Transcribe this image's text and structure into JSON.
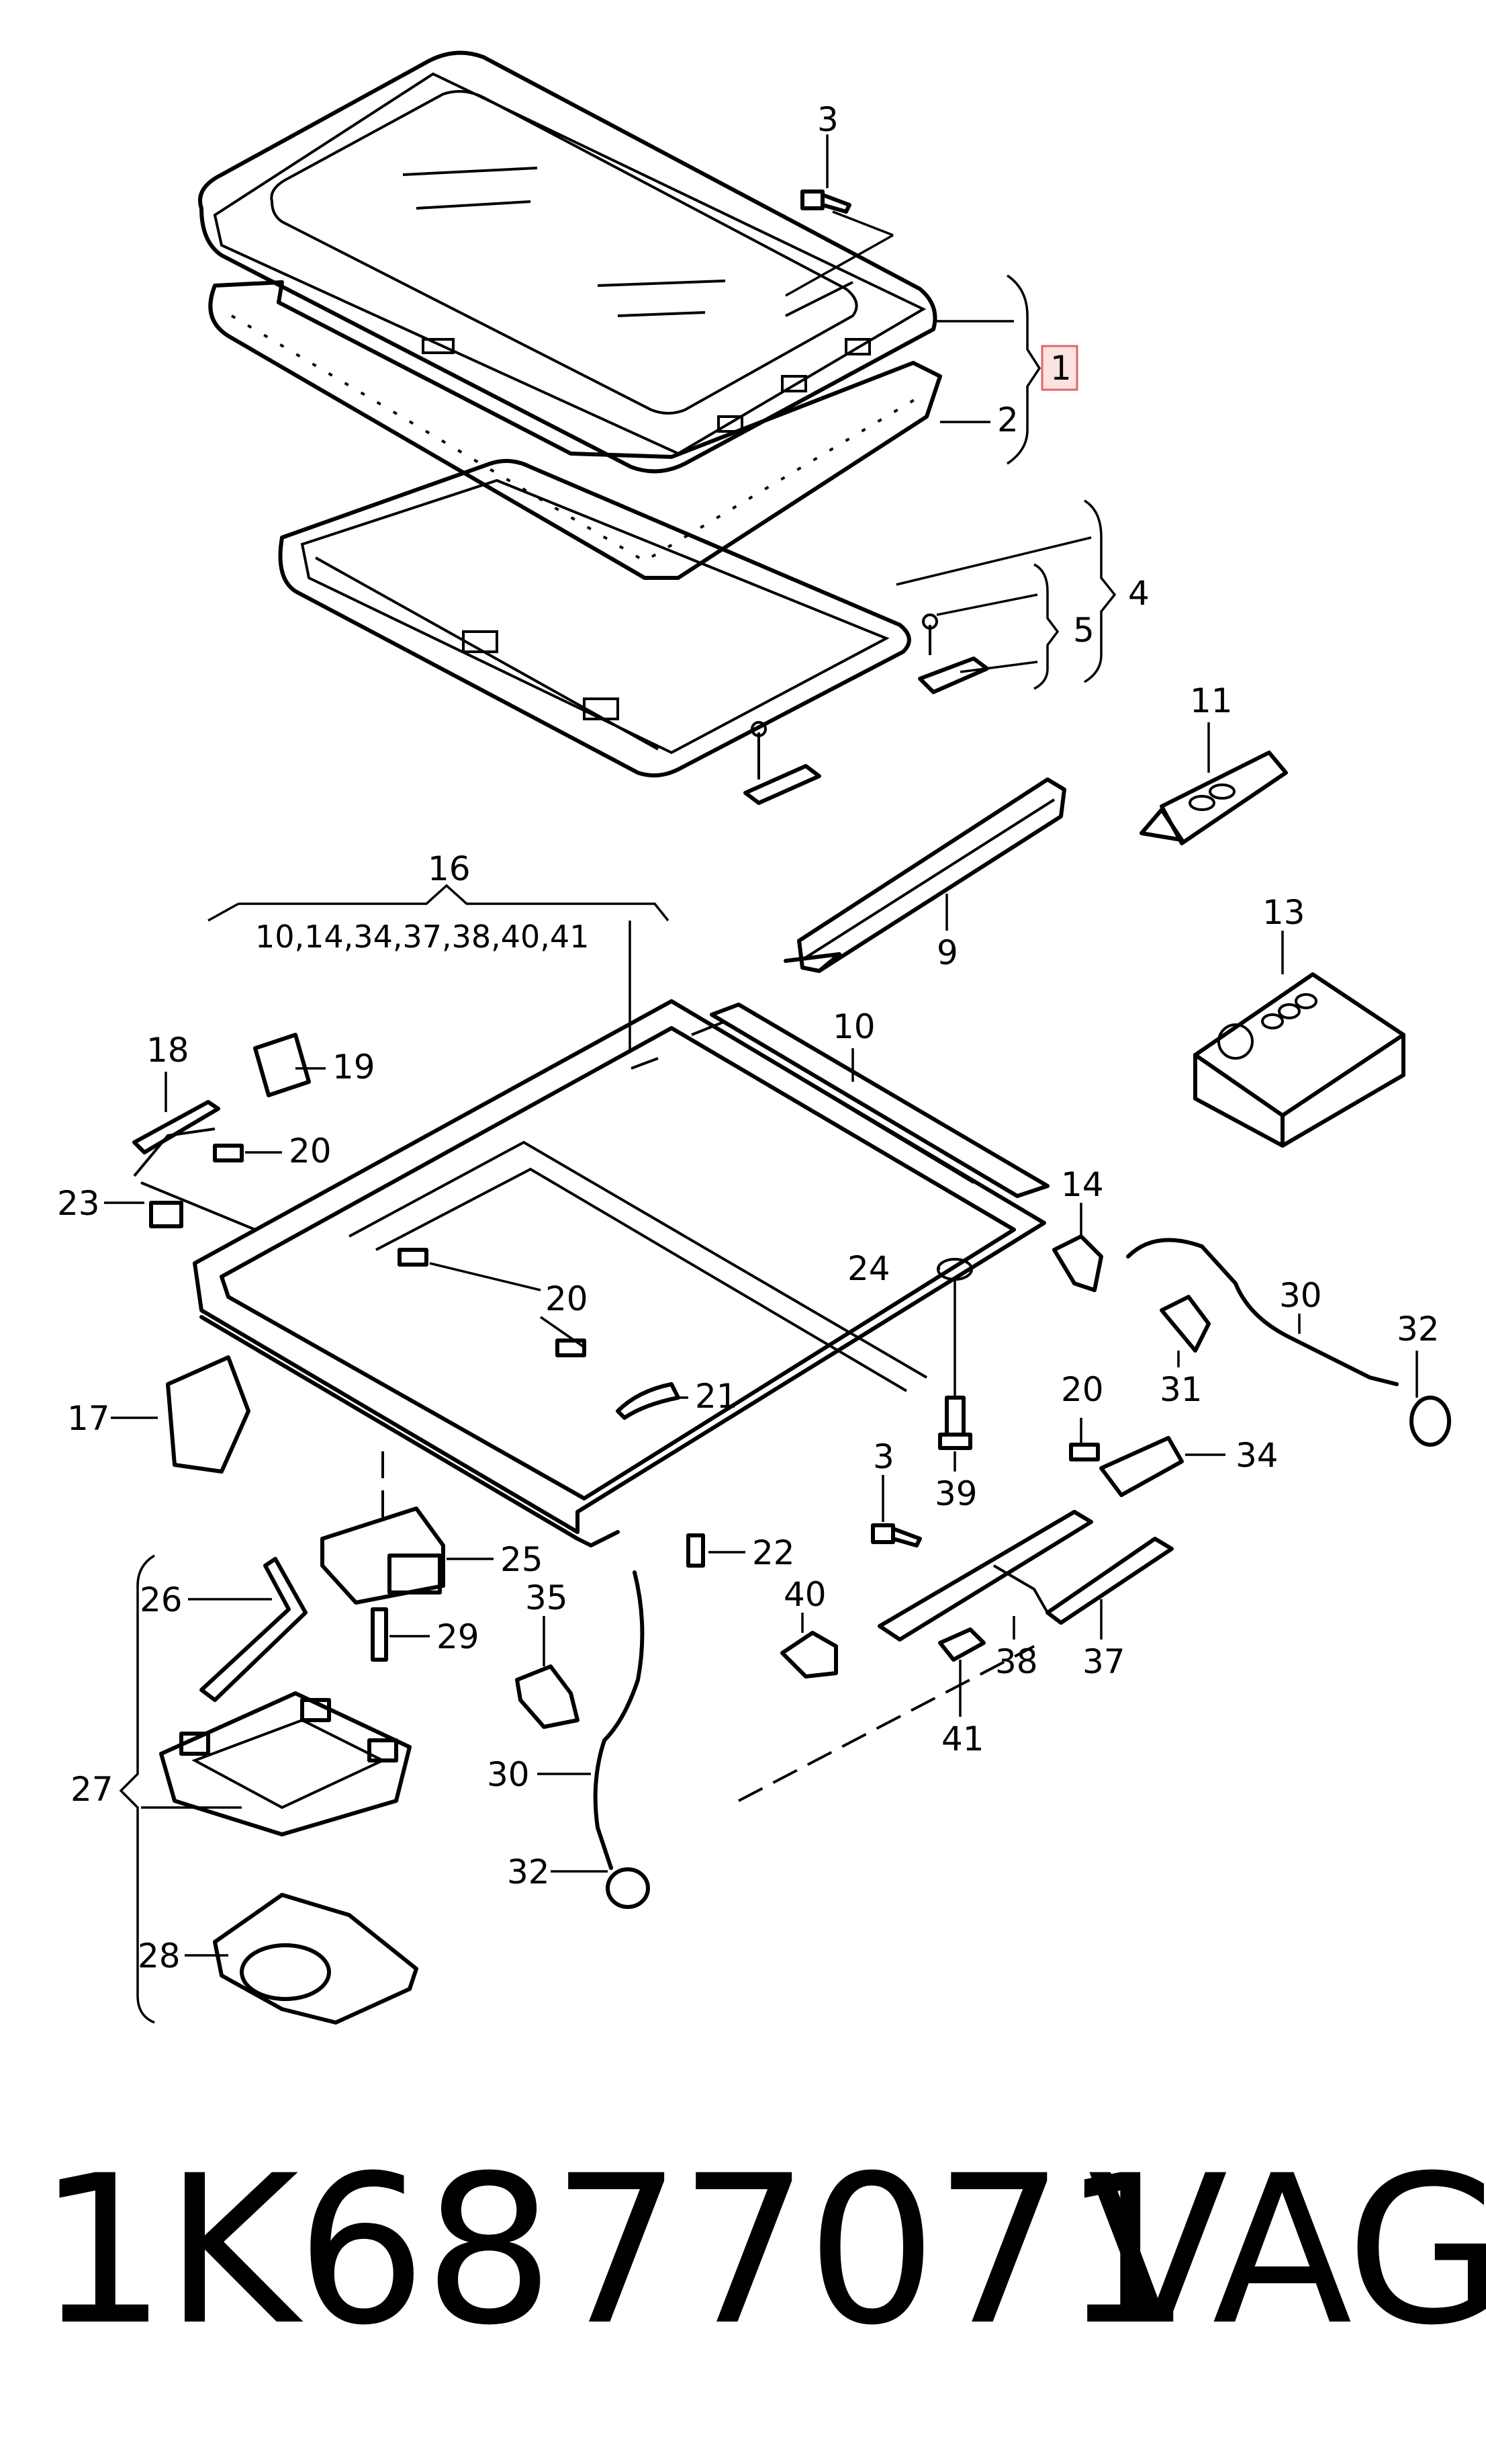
{
  "diagram": {
    "callouts": {
      "c1": "1",
      "c2": "2",
      "c3a": "3",
      "c3b": "3",
      "c4": "4",
      "c5": "5",
      "c9": "9",
      "c10": "10",
      "c11": "11",
      "c13": "13",
      "c14": "14",
      "c16": "16",
      "c16_list": "10,14,34,37,38,40,41",
      "c17": "17",
      "c18": "18",
      "c19": "19",
      "c20a": "20",
      "c20b": "20",
      "c20c": "20",
      "c21": "21",
      "c22": "22",
      "c23": "23",
      "c24": "24",
      "c25": "25",
      "c26": "26",
      "c27": "27",
      "c28": "28",
      "c29": "29",
      "c30a": "30",
      "c30b": "30",
      "c31": "31",
      "c32a": "32",
      "c32b": "32",
      "c34": "34",
      "c35": "35",
      "c37": "37",
      "c38": "38",
      "c39": "39",
      "c40": "40",
      "c41": "41"
    },
    "highlight_color": "#e06666"
  },
  "footer": {
    "part_number": "1K6877071",
    "brand": "VAG"
  }
}
